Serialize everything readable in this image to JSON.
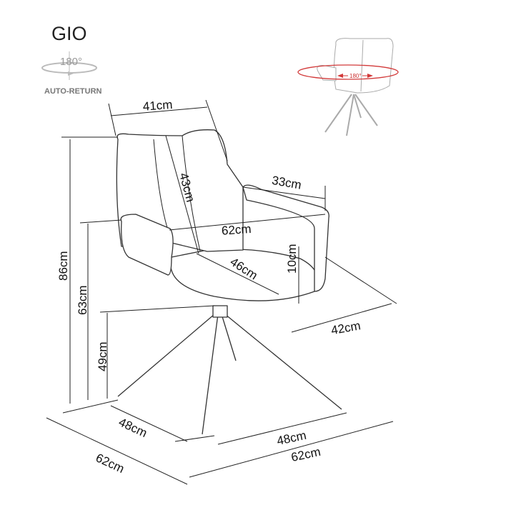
{
  "product": {
    "name": "GIO",
    "rotation_label": "180°",
    "feature_label": "AUTO-RETURN"
  },
  "thumbnail": {
    "rotation_label": "180°",
    "accent_color": "#d23a3a"
  },
  "dimensions": {
    "backrest_width": "41cm",
    "backrest_height": "43cm",
    "armrest_length": "33cm",
    "overall_width_inner": "62cm",
    "seat_depth": "46cm",
    "armrest_height": "10cm",
    "seat_width": "42cm",
    "total_height": "86cm",
    "armrest_floor_height": "63cm",
    "seat_height": "49cm",
    "base_depth": "48cm",
    "total_depth": "62cm",
    "base_width": "48cm",
    "total_width": "62cm"
  }
}
